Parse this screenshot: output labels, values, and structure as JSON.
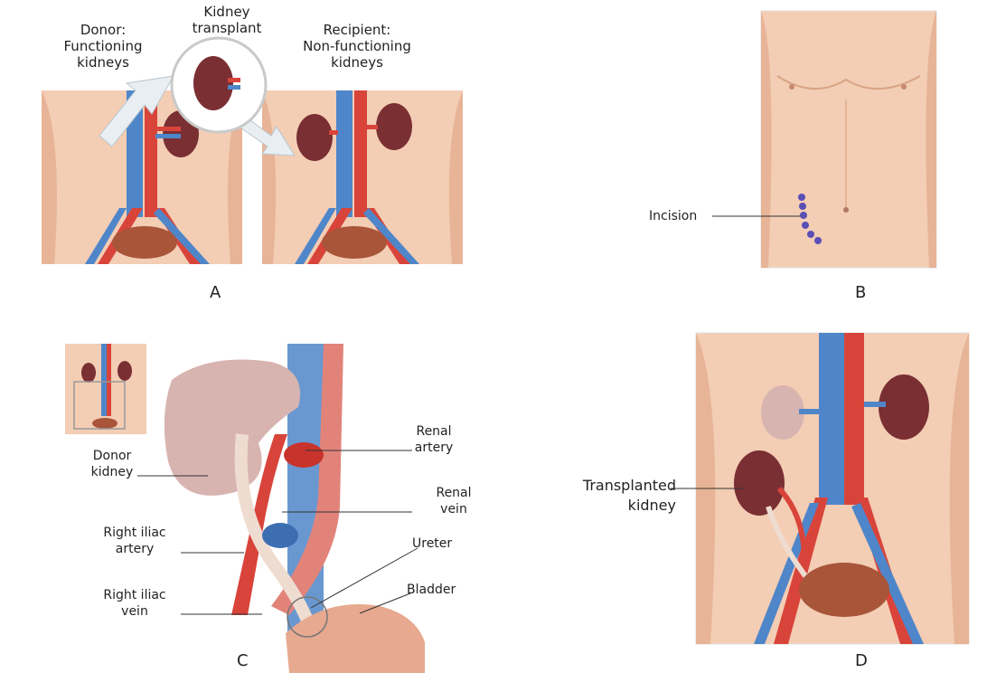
{
  "panels": {
    "a": {
      "letter": "A",
      "donor_label": "Donor:\nFunctioning\nkidneys",
      "transplant_label": "Kidney\ntransplant",
      "recipient_label": "Recipient:\nNon-functioning\nkidneys"
    },
    "b": {
      "letter": "B",
      "incision_label": "Incision"
    },
    "c": {
      "letter": "C",
      "donor_kidney_label": "Donor\nkidney",
      "renal_artery_label": "Renal\nartery",
      "renal_vein_label": "Renal\nvein",
      "ureter_label": "Ureter",
      "bladder_label": "Bladder",
      "right_iliac_artery_label": "Right iliac\nartery",
      "right_iliac_vein_label": "Right iliac\nvein"
    },
    "d": {
      "letter": "D",
      "transplanted_kidney_label": "Transplanted\nkidney"
    }
  },
  "colors": {
    "skin": "#f3cdb4",
    "skin_shade": "#e7b497",
    "artery": "#d9443a",
    "vein": "#4f86c9",
    "kidney": "#7a2f33",
    "bladder": "#a8553a",
    "pale_kidney": "#d8b4b0",
    "incision_dot": "#5a4fb5"
  }
}
